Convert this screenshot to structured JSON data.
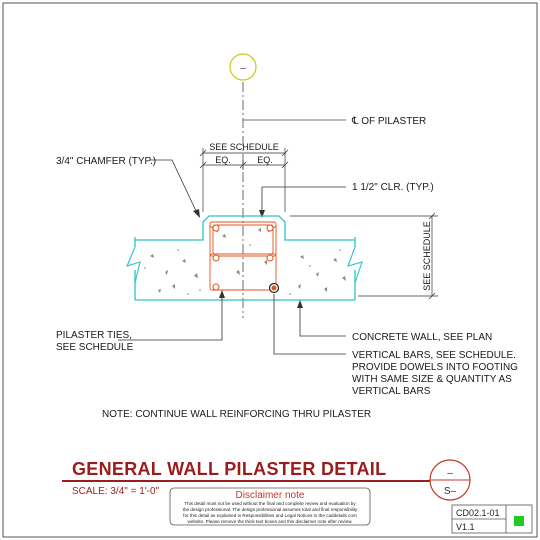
{
  "detail_bubble": {
    "top_text": "–"
  },
  "labels": {
    "centerline": "℄ OF PILASTER",
    "see_schedule_top": "SEE SCHEDULE",
    "eq_left": "EQ.",
    "eq_right": "EQ.",
    "chamfer": "3/4\" CHAMFER (TYP.)",
    "clearance": "1 1/2\" CLR. (TYP.)",
    "see_schedule_side": "SEE SCHEDULE",
    "pilaster_ties_1": "PILASTER TIES,",
    "pilaster_ties_2": "SEE SCHEDULE",
    "concrete_wall": "CONCRETE WALL, SEE PLAN",
    "vertical_bars_1": "VERTICAL BARS, SEE SCHEDULE.",
    "vertical_bars_2": "PROVIDE DOWELS INTO FOOTING",
    "vertical_bars_3": "WITH SAME SIZE & QUANTITY AS",
    "vertical_bars_4": "VERTICAL BARS",
    "note": "NOTE: CONTINUE WALL REINFORCING THRU PILASTER"
  },
  "title_block": {
    "title": "GENERAL WALL PILASTER DETAIL",
    "scale": "SCALE: 3/4\" = 1'-0\"",
    "disclaimer_heading": "Disclaimer note",
    "disclaimer_lines": [
      "This detail must not be used without the final and complete review and evaluation by",
      "the design professional. The design professional assumes total and final responsibility",
      "for this detail as explained in Responsibilities and Legal Notices in the caddetails.com",
      "website. Please remove the thick text boxes and this disclaimer note after review."
    ],
    "section_bubble_top": "–",
    "section_bubble_bottom": "S–",
    "sheet_number": "CD02.1-01",
    "version": "V1.1",
    "status_color": "#22cc22"
  },
  "colors": {
    "concrete_outline": "#2ec4c4",
    "rebar": "#e0541f",
    "title_red": "#9b1c1c",
    "bubble_yellow": "#c8c81e"
  }
}
